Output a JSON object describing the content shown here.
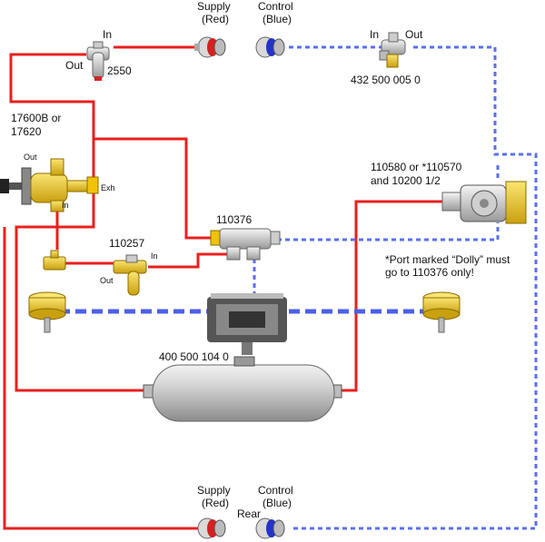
{
  "labels": {
    "supply_top": "Supply\n(Red)",
    "control_top": "Control\n(Blue)",
    "supply_rear": "Supply\n(Red)",
    "control_rear": "Control\n(Blue)",
    "rear": "Rear",
    "in_2550": "In",
    "out_2550": "Out",
    "part_2550": "2550",
    "in_valve": "In",
    "out_valve": "Out",
    "part_432": "432 500 005 0",
    "part_17600": "17600B or\n17620",
    "exh": "Exh",
    "out_park": "Out",
    "in_park": "In",
    "part_110580": "110580 or *110570\nand 10200 1/2",
    "part_110376": "110376",
    "part_110257": "110257",
    "in_110257": "In",
    "out_110257": "Out",
    "note": "*Port marked “Dolly” must\ngo to 110376 only!",
    "part_400": "400 500 104 0"
  },
  "colors": {
    "supply_line": "#e8201f",
    "control_line": "#5b6ff0",
    "brass": "#e8c21a"
  }
}
